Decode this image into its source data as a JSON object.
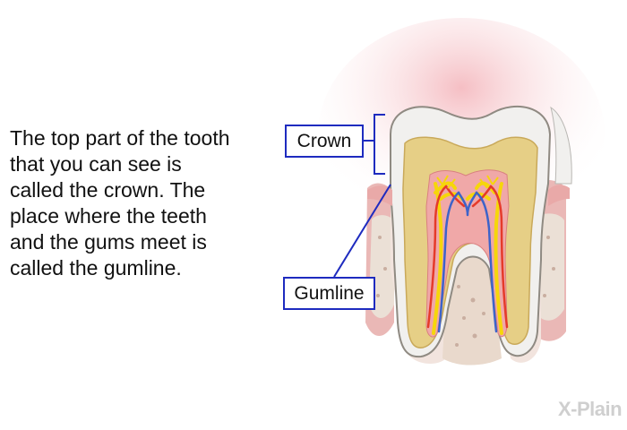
{
  "description_text": "The top part of the tooth\nthat you can see is\ncalled the crown. The\nplace where the teeth\nand the gums meet is\ncalled the gumline.",
  "labels": {
    "crown": "Crown",
    "gumline": "Gumline"
  },
  "logo": {
    "text": "X-Plain"
  },
  "colors": {
    "label_border": "#1e2bbf",
    "enamel": "#f1f0ee",
    "dentin": "#e6cf86",
    "pulp": "#f0a8a8",
    "gum": "#eab8b6",
    "bone": "#e8ddd8",
    "artery": "#e53a2a",
    "vein": "#3d63c9",
    "nerve": "#f6d60a"
  }
}
